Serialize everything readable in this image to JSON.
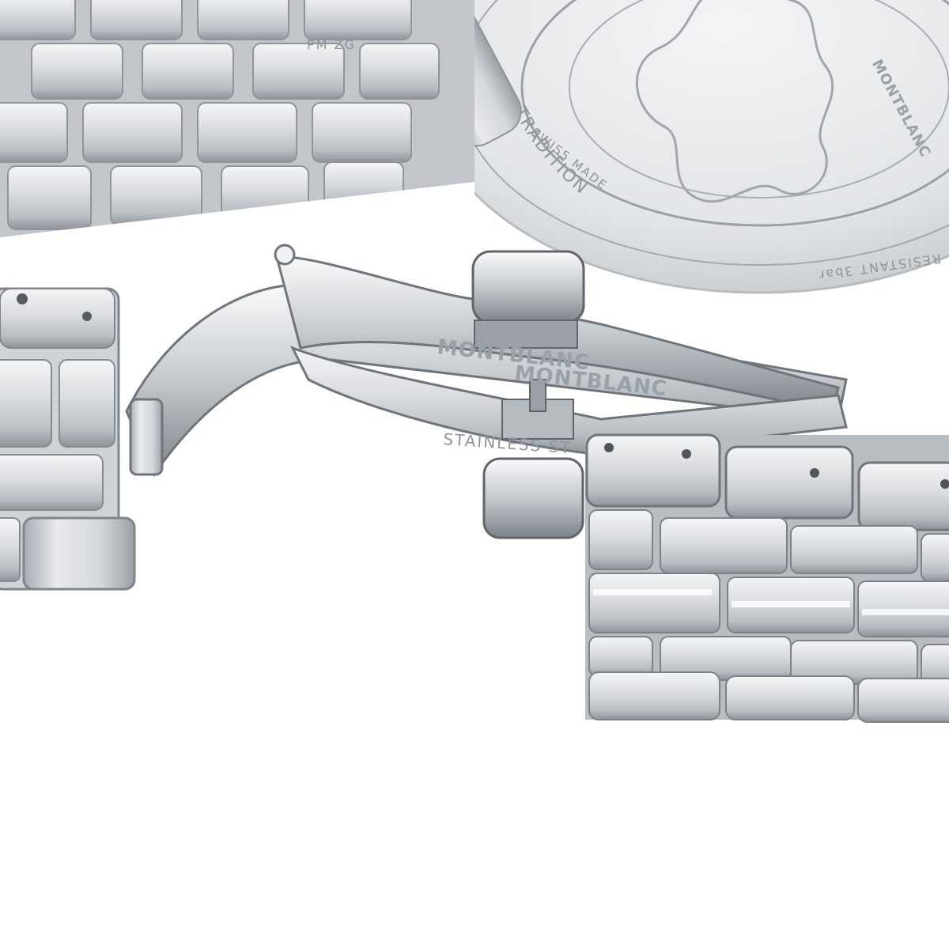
{
  "photo": {
    "subject": "stainless steel watch bracelet with deployant clasp",
    "palette": {
      "background": "#ffffff",
      "steel_light": "#eceef0",
      "steel_mid": "#c9cdd1",
      "steel_dark": "#8a9096",
      "steel_shadow": "#5f656b",
      "engraving": "#8f959c"
    }
  },
  "engravings": {
    "link_mark": "PM ZG",
    "caseback_collection": "TRADITION",
    "caseback_brand": "MONTBLANC",
    "caseback_origin": "SWISS MADE",
    "caseback_water": "RESISTANT 3bar",
    "clasp_brand_upper": "MONTBLANC",
    "clasp_brand_lower": "MONTBLANC",
    "clasp_material": "STAINLESS ST"
  }
}
